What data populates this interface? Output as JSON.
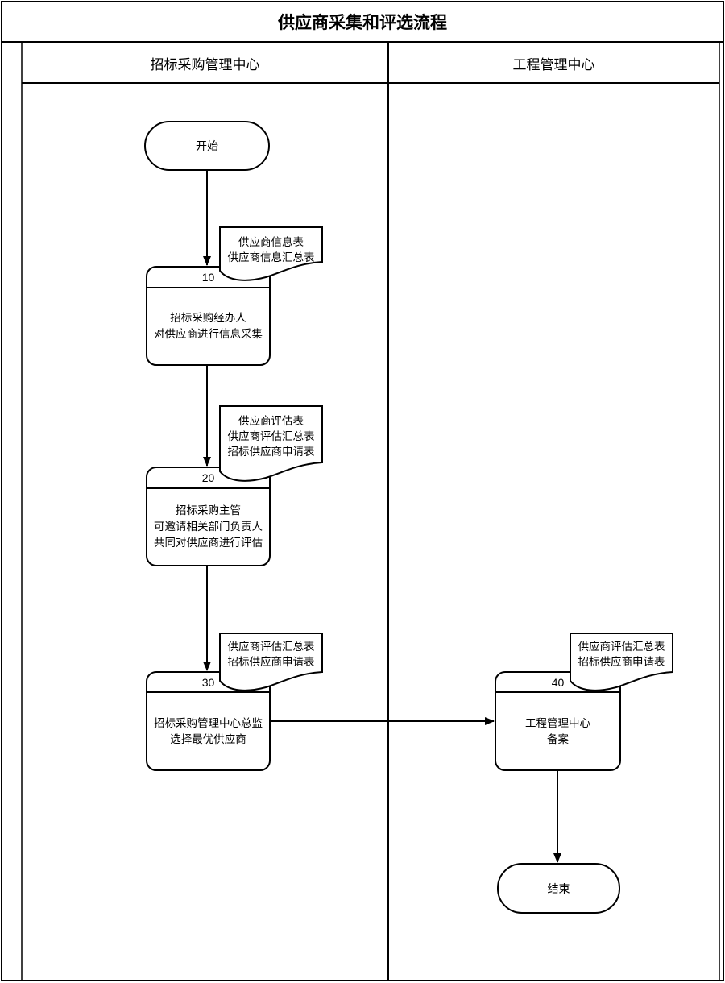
{
  "title": "供应商采集和评选流程",
  "lanes": [
    {
      "label": "招标采购管理中心"
    },
    {
      "label": "工程管理中心"
    }
  ],
  "nodes": {
    "start": {
      "label": "开始"
    },
    "step10": {
      "number": "10",
      "text": "招标采购经办人\n对供应商进行信息采集"
    },
    "step20": {
      "number": "20",
      "text": "招标采购主管\n可邀请相关部门负责人\n共同对供应商进行评估"
    },
    "step30": {
      "number": "30",
      "text": "招标采购管理中心总监\n选择最优供应商"
    },
    "step40": {
      "number": "40",
      "text": "工程管理中心\n备案"
    },
    "end": {
      "label": "结束"
    }
  },
  "documents": {
    "doc10": {
      "text": "供应商信息表\n供应商信息汇总表"
    },
    "doc20": {
      "text": "供应商评估表\n供应商评估汇总表\n招标供应商申请表"
    },
    "doc30": {
      "text": "供应商评估汇总表\n招标供应商申请表"
    },
    "doc40": {
      "text": "供应商评估汇总表\n招标供应商申请表"
    }
  },
  "colors": {
    "line": "#000000",
    "background": "#ffffff"
  }
}
